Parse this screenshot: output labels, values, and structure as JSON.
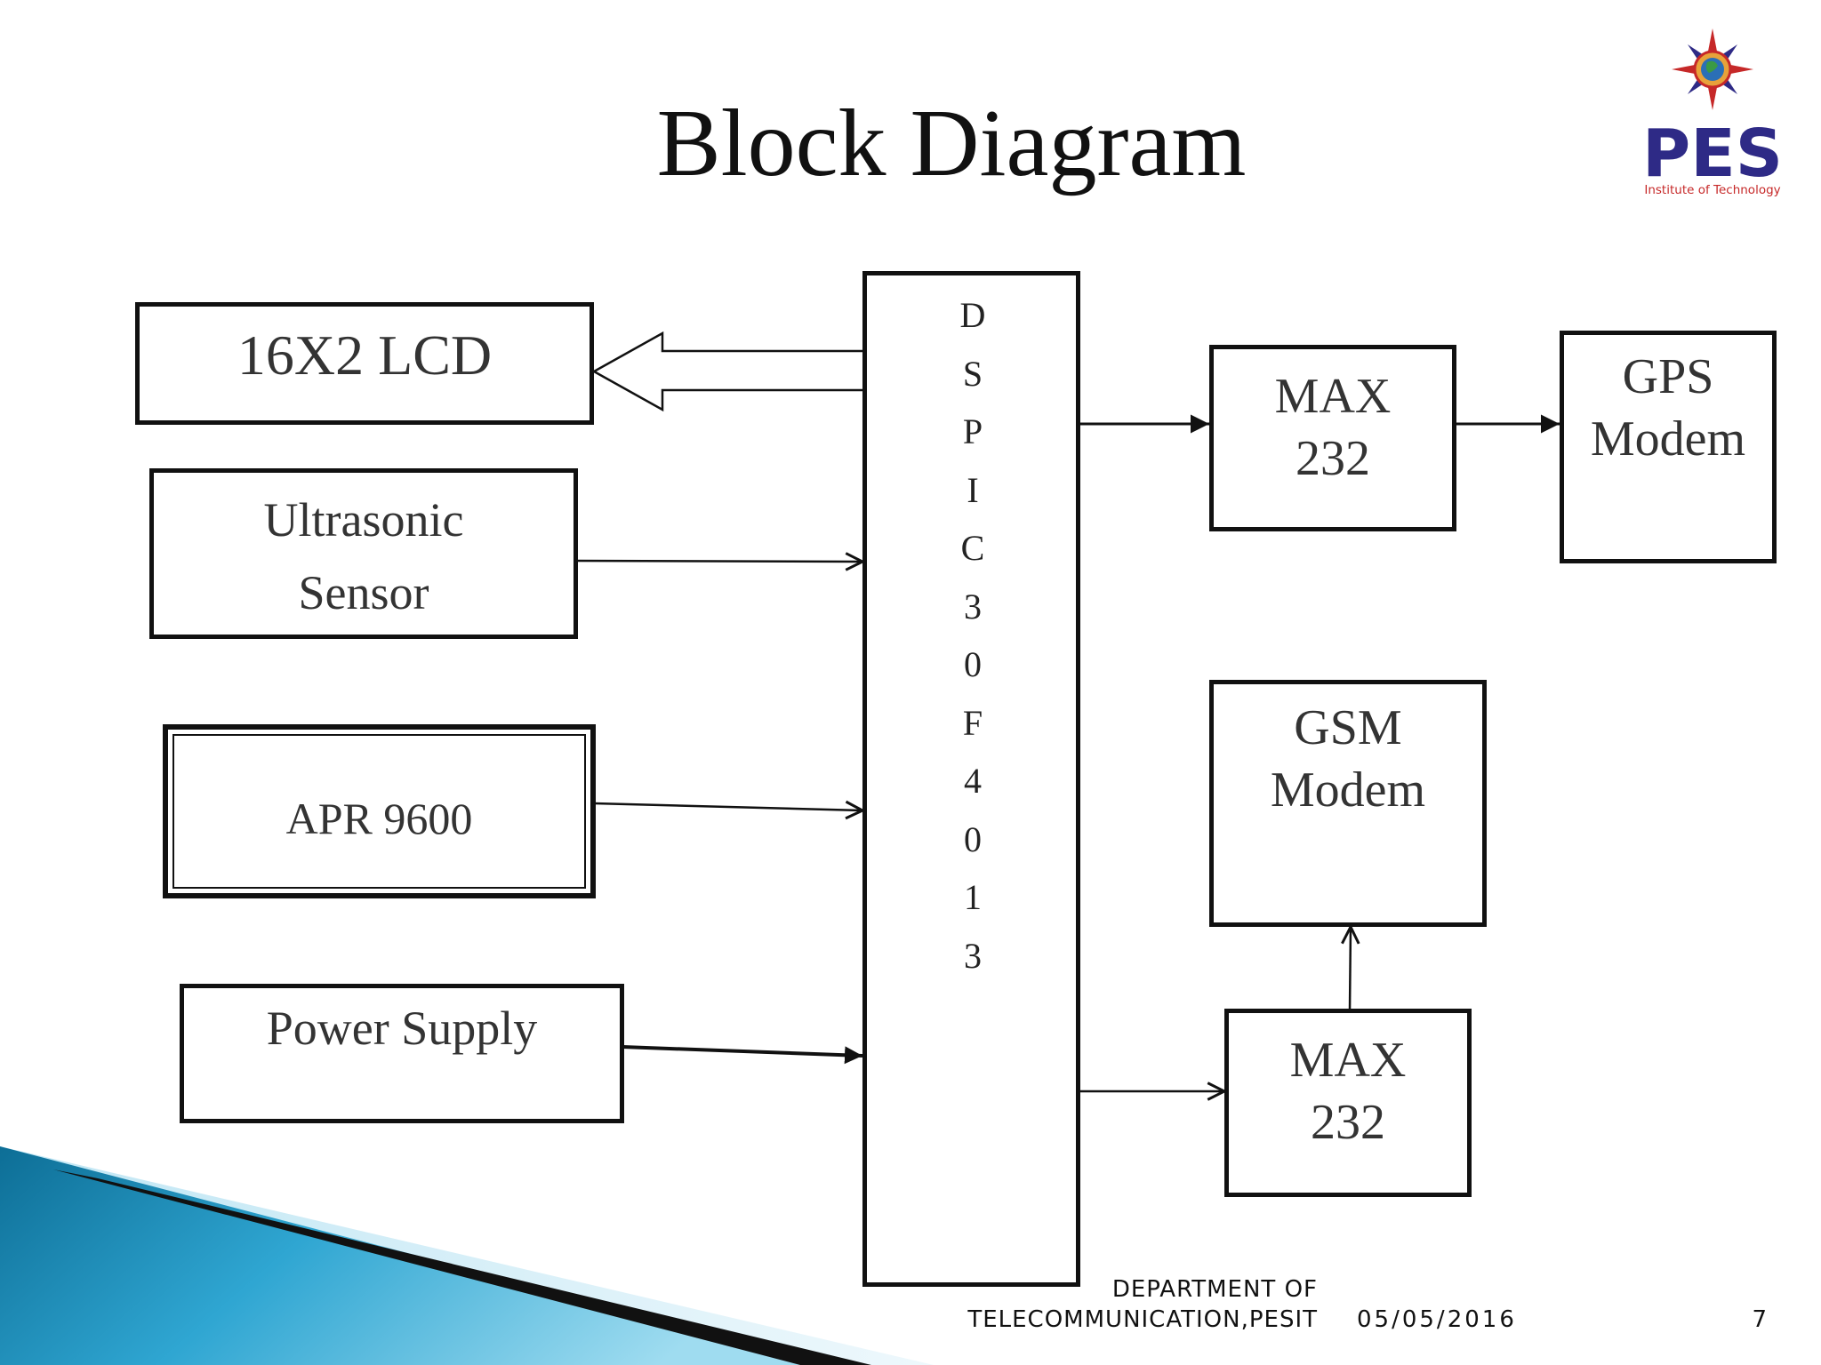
{
  "slide": {
    "title": "Block Diagram",
    "logo": {
      "text": "PES",
      "subtitle": "Institute of Technology",
      "icon": "compass-globe-icon",
      "colors": {
        "text": "#2e2a86",
        "accent": "#c62828"
      }
    }
  },
  "diagram": {
    "nodes": {
      "lcd": {
        "label": "16X2 LCD"
      },
      "ultrasonic": {
        "lines": [
          "Ultrasonic",
          "Sensor"
        ]
      },
      "apr": {
        "label": "APR 9600"
      },
      "power": {
        "label": "Power Supply"
      },
      "controller": {
        "letters": [
          "D",
          "S",
          "P",
          "I",
          "C",
          "3",
          "0",
          "F",
          "4",
          "0",
          "1",
          "3"
        ]
      },
      "max_top": {
        "lines": [
          "MAX",
          "232"
        ]
      },
      "gps": {
        "lines": [
          "GPS",
          "Modem"
        ]
      },
      "gsm": {
        "lines": [
          "GSM",
          "Modem"
        ]
      },
      "max_bottom": {
        "lines": [
          "MAX",
          "232"
        ]
      }
    },
    "edges": [
      {
        "from": "controller",
        "to": "lcd",
        "style": "hollow-block-arrow"
      },
      {
        "from": "ultrasonic",
        "to": "controller",
        "style": "open-arrow"
      },
      {
        "from": "apr",
        "to": "controller",
        "style": "open-arrow"
      },
      {
        "from": "power",
        "to": "controller",
        "style": "filled-arrow"
      },
      {
        "from": "controller",
        "to": "max_top",
        "style": "filled-arrow"
      },
      {
        "from": "max_top",
        "to": "gps",
        "style": "filled-arrow"
      },
      {
        "from": "controller",
        "to": "max_bottom",
        "style": "open-arrow"
      },
      {
        "from": "max_bottom",
        "to": "gsm",
        "style": "open-arrow"
      }
    ]
  },
  "footer": {
    "department_line1": "DEPARTMENT OF",
    "department_line2": "TELECOMMUNICATION,PESIT",
    "date": "05/05/2016",
    "page": "7"
  },
  "theme": {
    "accent_blue": "#1e88b8",
    "light_blue": "#6cc4e4",
    "stroke": "#111111"
  }
}
